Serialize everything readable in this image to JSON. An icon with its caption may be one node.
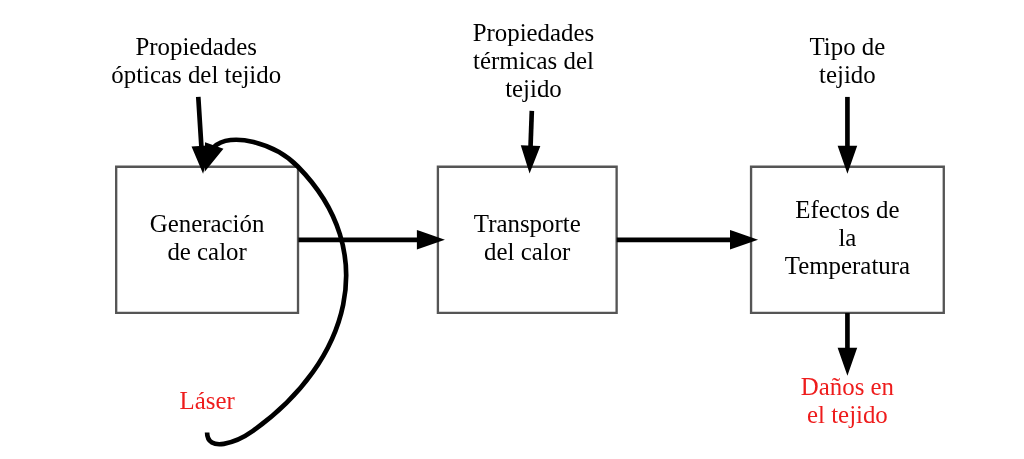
{
  "diagram": {
    "nodes": [
      {
        "text": [
          "Propiedades ópticas del tejido"
        ]
      },
      {
        "text": [
          "Generación de calor"
        ]
      },
      {
        "text": [
          "Láser"
        ]
      },
      {
        "text": [
          "Propiedades térmicas del tejido"
        ]
      },
      {
        "text": [
          "Transporte del calor"
        ]
      },
      {
        "text": [
          "Tipo de tejido"
        ]
      },
      {
        "text": [
          "Efectos de la Temperatura"
        ]
      },
      {
        "text": [
          "Daños en el tejido"
        ]
      }
    ],
    "edges": [
      {
        "from": 0,
        "to": 1,
        "arrow": "to"
      },
      {
        "from": 2,
        "to": 1,
        "arrow": "to"
      },
      {
        "from": 1,
        "to": 4,
        "arrow": "to"
      },
      {
        "from": 3,
        "to": 4,
        "arrow": "to"
      },
      {
        "from": 4,
        "to": 6,
        "arrow": "to"
      },
      {
        "from": 5,
        "to": 6,
        "arrow": "to"
      },
      {
        "from": 6,
        "to": 7,
        "arrow": "to"
      }
    ]
  }
}
